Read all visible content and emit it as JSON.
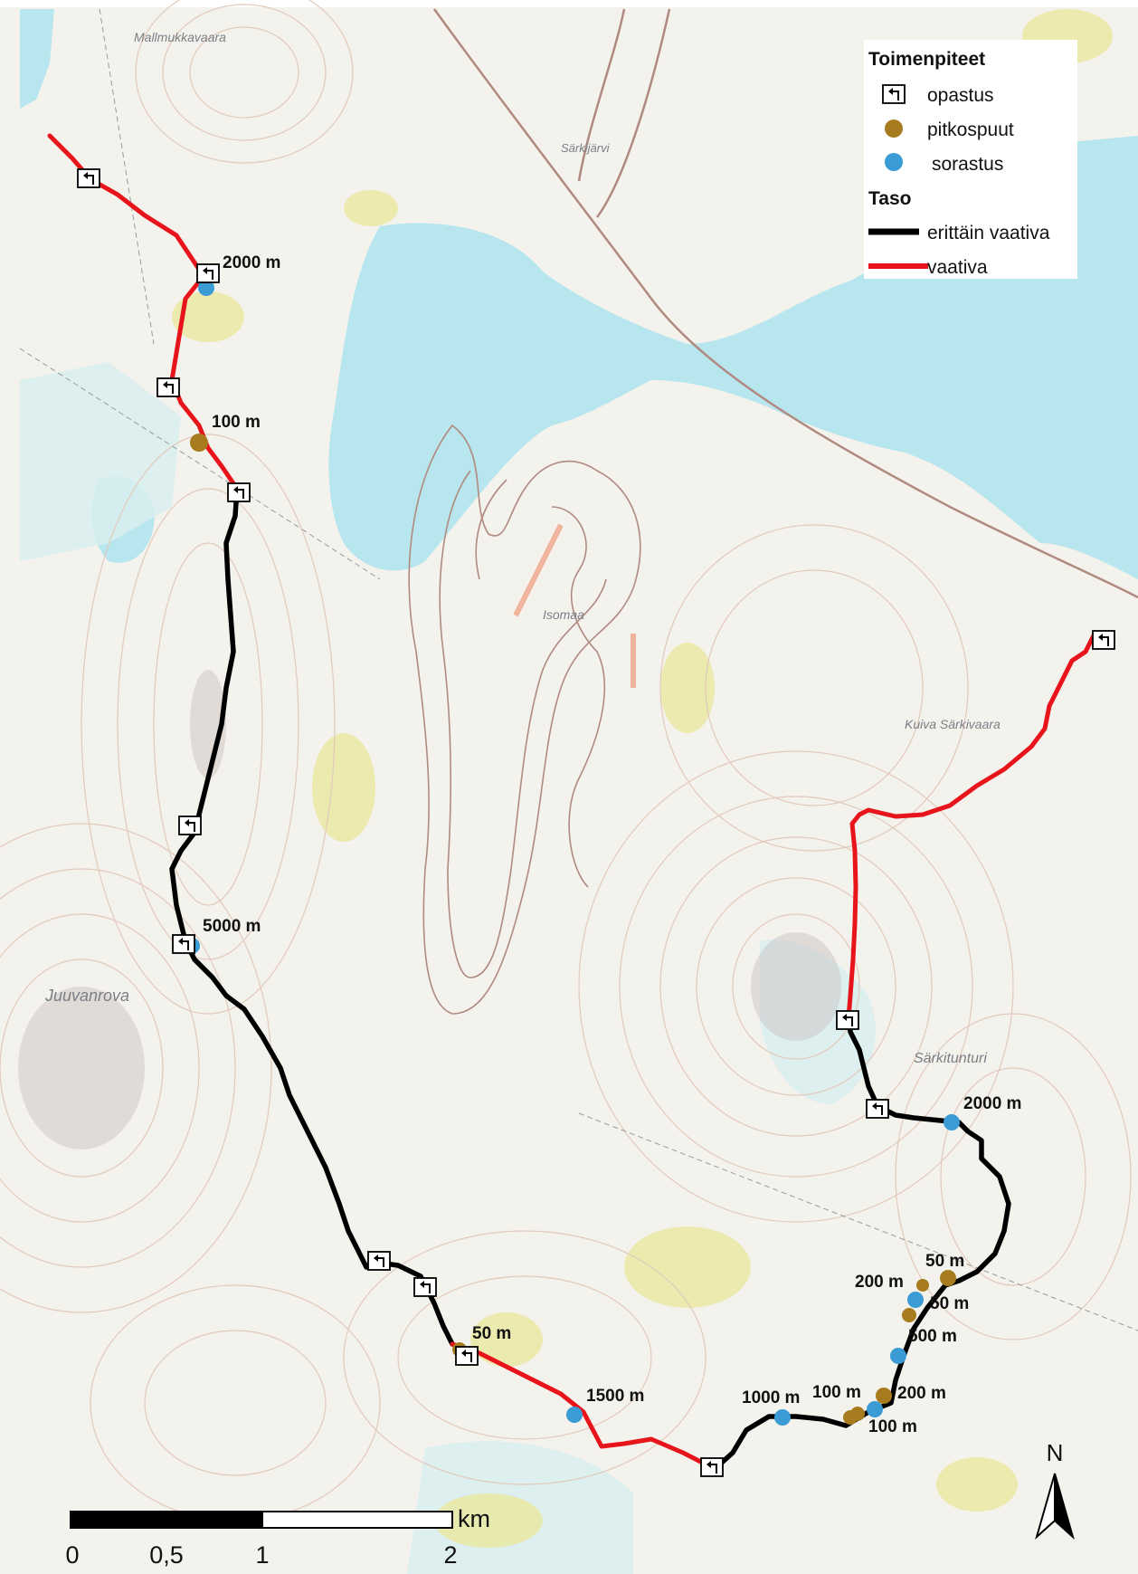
{
  "map": {
    "place_names": {
      "mallmukkavaara": "Mallmukkavaara",
      "sarkijarvi": "Särkijärvi",
      "isomaa": "Isomaa",
      "juuvanrova": "Juuvanrova",
      "kuiva_sarkivaara": "Kuiva Särkivaara",
      "sarkitunturi": "Särkitunturi"
    },
    "distance_labels": {
      "west_2000": "2000 m",
      "west_100": "100 m",
      "west_5000": "5000 m",
      "mid_50": "50 m",
      "mid_1500": "1500 m",
      "east_1000": "1000 m",
      "east_100a": "100 m",
      "east_200a": "200 m",
      "east_100b": "100 m",
      "east_500": "500 m",
      "east_50a": "50 m",
      "east_200b": "200 m",
      "east_50b": "50 m",
      "east_2000": "2000 m"
    },
    "north_arrow": "N",
    "scale_bar": {
      "unit": "km",
      "ticks": [
        "0",
        "0,5",
        "1",
        "2"
      ]
    },
    "colors": {
      "water": "#b8e6ee",
      "land": "#f4f2ec",
      "wetland": "#d8eef0",
      "field": "#e9e79a",
      "contour": "#e2c9bb",
      "road": "#b08a80",
      "trail_black": "#000000",
      "trail_red": "#e8141b",
      "pitkospuut": "#a67c1e",
      "sorastus": "#3a9bd5"
    }
  },
  "legend": {
    "group1_title": "Toimenpiteet",
    "items1": [
      {
        "label": "opastus",
        "icon": "sign-turn-left-icon"
      },
      {
        "label": "pitkospuut",
        "icon": "brown-dot-icon"
      },
      {
        "label": "sorastus",
        "icon": "blue-dot-icon"
      }
    ],
    "group2_title": "Taso",
    "items2": [
      {
        "label": "erittäin vaativa",
        "color": "#000000"
      },
      {
        "label": "vaativa",
        "color": "#e8141b"
      }
    ]
  }
}
